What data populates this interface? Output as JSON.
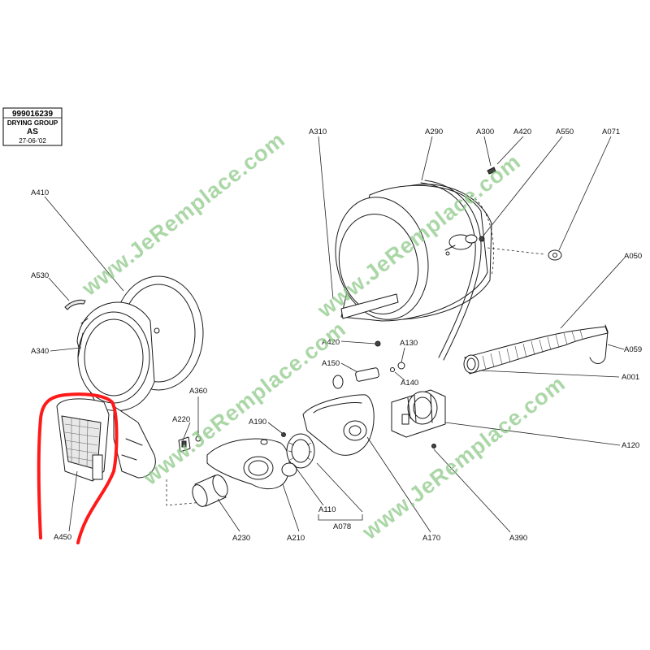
{
  "title_block": {
    "code": "999016239",
    "group": "DRYING GROUP",
    "variant": "AS",
    "date": "27-06-'02"
  },
  "watermark_text": "www.JeRemplace.com",
  "highlight_color": "#ff1a1a",
  "watermark_color": "#8fc98a",
  "callouts": [
    {
      "id": "A310",
      "text": "A310"
    },
    {
      "id": "A290",
      "text": "A290"
    },
    {
      "id": "A300",
      "text": "A300"
    },
    {
      "id": "A420_top",
      "text": "A420"
    },
    {
      "id": "A550",
      "text": "A550"
    },
    {
      "id": "A071",
      "text": "A071"
    },
    {
      "id": "A410",
      "text": "A410"
    },
    {
      "id": "A530",
      "text": "A530"
    },
    {
      "id": "A340",
      "text": "A340"
    },
    {
      "id": "A050",
      "text": "A050"
    },
    {
      "id": "A420_mid",
      "text": "A420"
    },
    {
      "id": "A130",
      "text": "A130"
    },
    {
      "id": "A059",
      "text": "A059"
    },
    {
      "id": "A150",
      "text": "A150"
    },
    {
      "id": "A001",
      "text": "A001"
    },
    {
      "id": "A140",
      "text": "A140"
    },
    {
      "id": "A360",
      "text": "A360"
    },
    {
      "id": "A220",
      "text": "A220"
    },
    {
      "id": "A190",
      "text": "A190"
    },
    {
      "id": "A120",
      "text": "A120"
    },
    {
      "id": "A110",
      "text": "A110"
    },
    {
      "id": "A078",
      "text": "A078"
    },
    {
      "id": "A450",
      "text": "A450"
    },
    {
      "id": "A230",
      "text": "A230"
    },
    {
      "id": "A210",
      "text": "A210"
    },
    {
      "id": "A170",
      "text": "A170"
    },
    {
      "id": "A390",
      "text": "A390"
    }
  ]
}
